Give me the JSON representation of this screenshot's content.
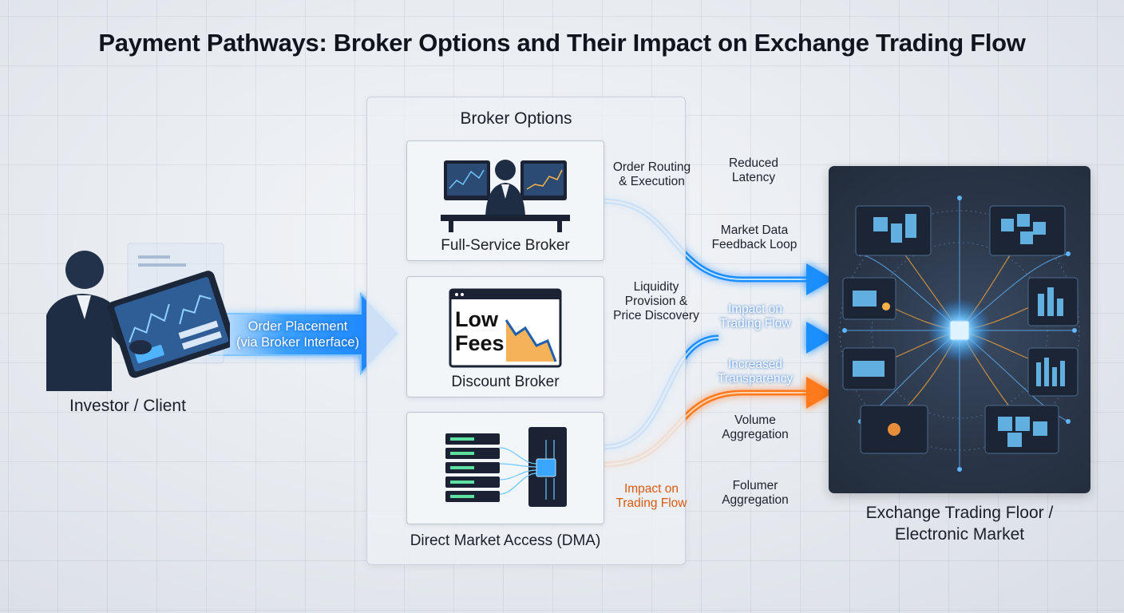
{
  "title": "Payment Pathways: Broker Options and Their Impact on Exchange Trading Flow",
  "investor": {
    "label": "Investor / Client",
    "order_arrow_line1": "Order Placement",
    "order_arrow_line2": "(via Broker Interface)"
  },
  "broker_panel": {
    "title": "Broker Options",
    "cards": [
      {
        "label": "Full-Service Broker",
        "icon": "trader-with-monitors-icon"
      },
      {
        "label": "Discount Broker",
        "icon": "low-fees-chart-icon",
        "icon_text_line1": "Low",
        "icon_text_line2": "Fees"
      },
      {
        "label": "Direct Market Access (DMA)",
        "icon": "server-chip-icon"
      }
    ]
  },
  "flow_labels": {
    "order_routing": {
      "line1": "Order Routing",
      "line2": "& Execution"
    },
    "reduced_latency": {
      "line1": "Reduced",
      "line2": "Latency"
    },
    "market_data": {
      "line1": "Market Data",
      "line2": "Feedback Loop"
    },
    "liquidity": {
      "line1": "Liquidity",
      "line2": "Provision &",
      "line3": "Price Discovery"
    },
    "impact_blue": {
      "line1": "Impact on",
      "line2": "Trading Flow"
    },
    "transparency": {
      "line1": "Increased",
      "line2": "Transparency"
    },
    "volume": {
      "line1": "Volume",
      "line2": "Aggregation"
    },
    "impact_orange": {
      "line1": "Impact on",
      "line2": "Trading Flow"
    },
    "folumer": {
      "line1": "Folumer",
      "line2": "Aggregation"
    }
  },
  "exchange": {
    "label_line1": "Exchange Trading Floor /",
    "label_line2": "Electronic Market",
    "icon": "network-chip-hub-icon"
  },
  "colors": {
    "flow_blue": "#1e8fff",
    "flow_orange": "#ff7a1a",
    "exchange_bg": "#2b3749",
    "orange_text": "#d85a12"
  }
}
